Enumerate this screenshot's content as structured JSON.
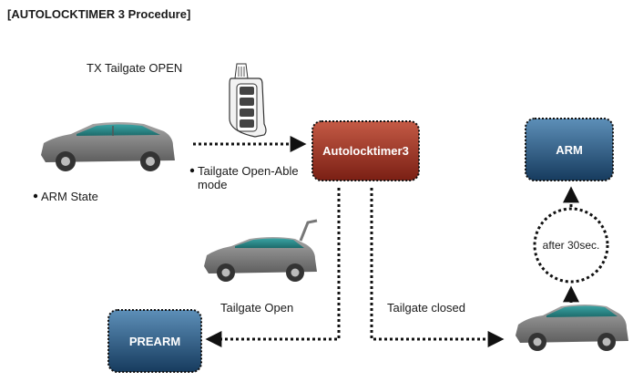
{
  "title": "[AUTOLOCKTIMER 3 Procedure]",
  "labels": {
    "tx_tailgate_open": "TX Tailgate OPEN",
    "tailgate_open_able_line1": "Tailgate Open-Able",
    "tailgate_open_able_line2": "mode",
    "arm_state": "ARM State",
    "tailgate_open": "Tailgate Open",
    "tailgate_closed": "Tailgate closed",
    "after_30sec": "after 30sec."
  },
  "boxes": {
    "autolocktimer": "Autolocktimer3",
    "arm": "ARM",
    "prearm": "PREARM"
  },
  "colors": {
    "autolocktimer_top": "#c45a45",
    "autolocktimer_bottom": "#7a1f14",
    "blue_top": "#5d8fb8",
    "blue_bottom": "#163b5e",
    "car_body": "#8a8a8a",
    "car_glass": "#2a8a8a"
  }
}
